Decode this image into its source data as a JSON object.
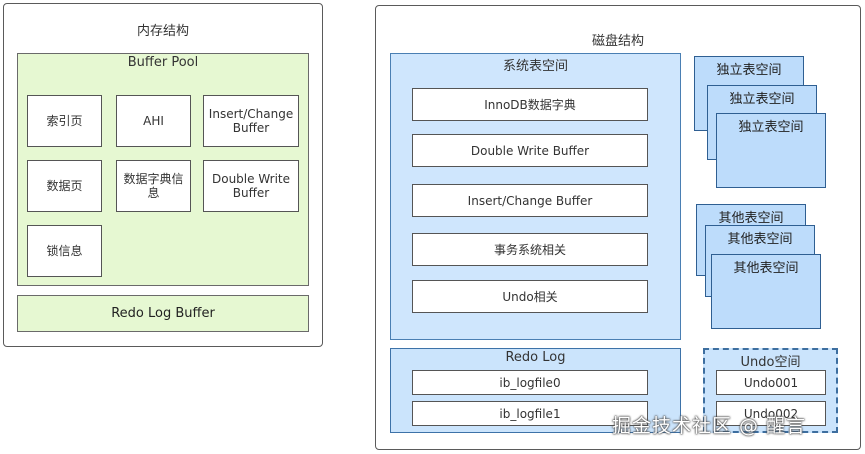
{
  "memory": {
    "title": "内存结构",
    "buffer_pool": {
      "title": "Buffer Pool",
      "cells": [
        "索引页",
        "AHI",
        "Insert/Change Buffer",
        "数据页",
        "数据字典信息",
        "Double Write Buffer",
        "锁信息"
      ]
    },
    "redo_log_buffer": "Redo Log Buffer"
  },
  "disk": {
    "title": "磁盘结构",
    "system_tablespace": {
      "title": "系统表空间",
      "items": [
        "InnoDB数据字典",
        "Double Write Buffer",
        "Insert/Change Buffer",
        "事务系统相关",
        "Undo相关"
      ]
    },
    "independent_tablespaces": [
      "独立表空间",
      "独立表空间",
      "独立表空间"
    ],
    "other_tablespaces": [
      "其他表空间",
      "其他表空间",
      "其他表空间"
    ],
    "redo_log": {
      "title": "Redo Log",
      "files": [
        "ib_logfile0",
        "ib_logfile1"
      ]
    },
    "undo_space": {
      "title": "Undo空间",
      "files": [
        "Undo001",
        "Undo002"
      ]
    }
  },
  "watermark": "掘金技术社区 @ 醒言"
}
